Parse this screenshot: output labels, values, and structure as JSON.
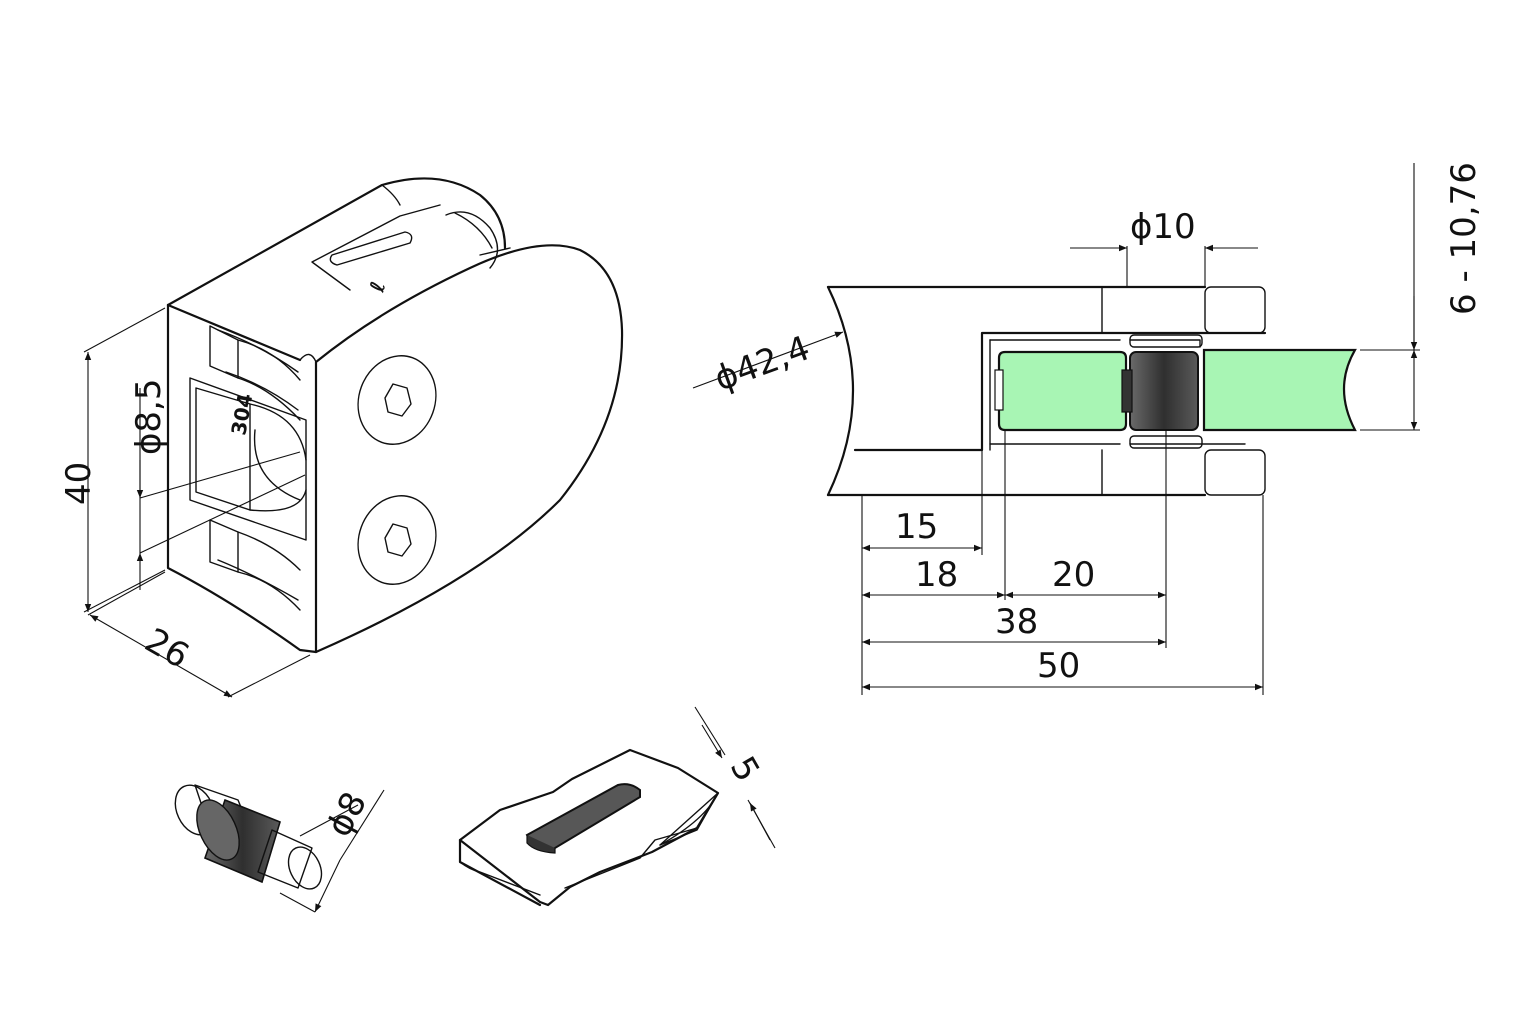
{
  "clamp_view": {
    "dim_height": "40",
    "dim_depth": "26",
    "dim_hole": "ϕ8,5",
    "engraving": "304"
  },
  "section_view": {
    "dim_tube": "ϕ42,4",
    "dim_pin": "ϕ10",
    "dim_glass": "6 - 10,76",
    "dim_15": "15",
    "dim_18": "18",
    "dim_20": "20",
    "dim_38": "38",
    "dim_50": "50"
  },
  "pin_view": {
    "dim_pin_dia": "ϕ8"
  },
  "pad_view": {
    "dim_thickness": "5"
  },
  "colors": {
    "glass": "#a8f5b4",
    "rubber": "#555555",
    "line": "#111111"
  }
}
